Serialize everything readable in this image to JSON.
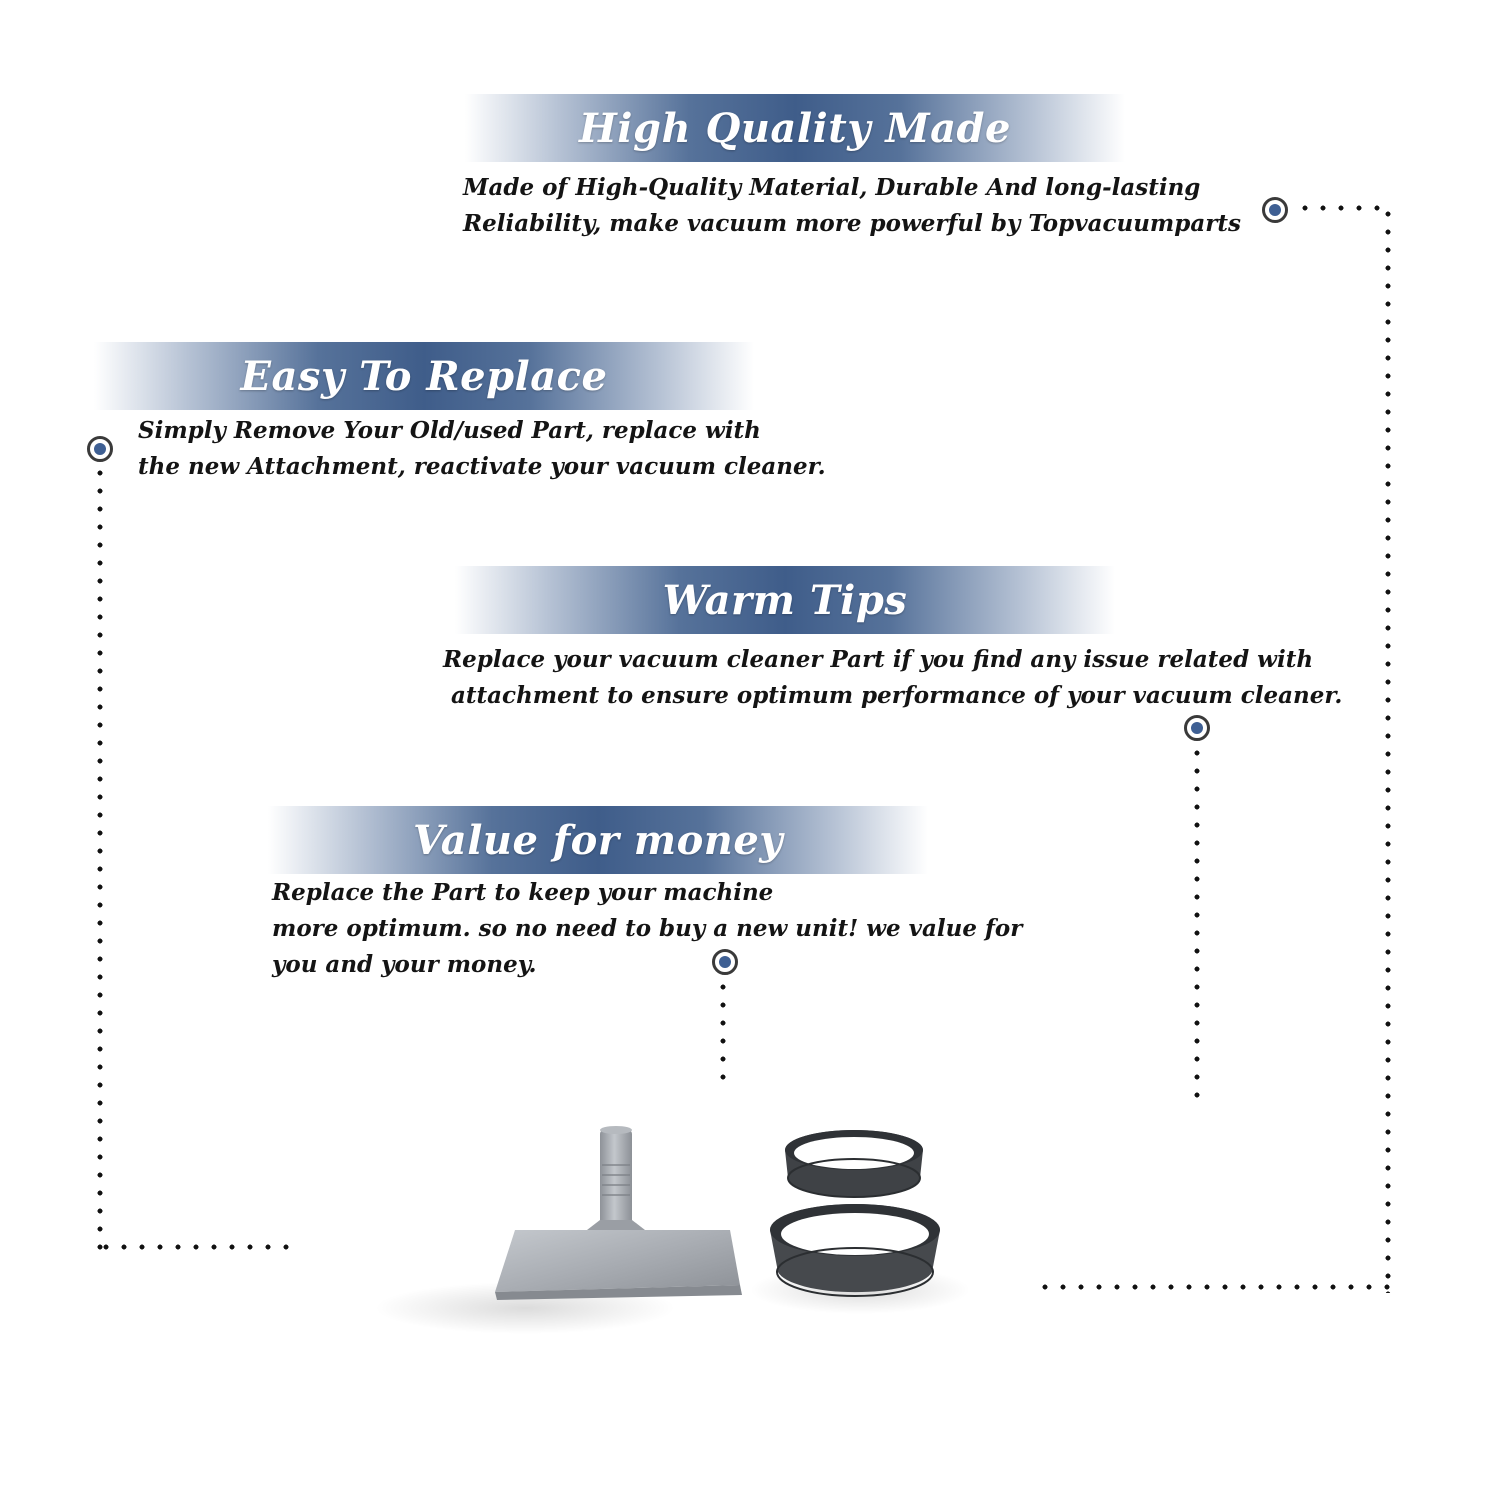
{
  "sections": [
    {
      "title": "High Quality Made",
      "lines": [
        "Made of  High-Quality Material, Durable And long-lasting",
        "Reliability, make vacuum more powerful by Topvacuumparts"
      ]
    },
    {
      "title": "Easy To Replace",
      "lines": [
        "Simply Remove Your Old/used Part, replace with",
        "the new Attachment, reactivate your vacuum cleaner."
      ]
    },
    {
      "title": "Warm Tips",
      "lines": [
        "Replace your vacuum cleaner Part if you find any issue related with",
        " attachment to ensure optimum performance of your vacuum cleaner."
      ]
    },
    {
      "title": "Value for money",
      "lines": [
        "Replace the Part to keep your machine",
        "more optimum. so no need to buy a new unit! we value for",
        "you and your money."
      ]
    }
  ],
  "colors": {
    "banner_blue": "#3f5d8a",
    "marker_blue": "#3e5f93",
    "text": "#141414",
    "nozzle": "#a9adb3",
    "belt": "#3f4246"
  },
  "product": {
    "items": [
      "floor-nozzle-attachment-icon",
      "belt-icon",
      "belt-icon"
    ]
  }
}
